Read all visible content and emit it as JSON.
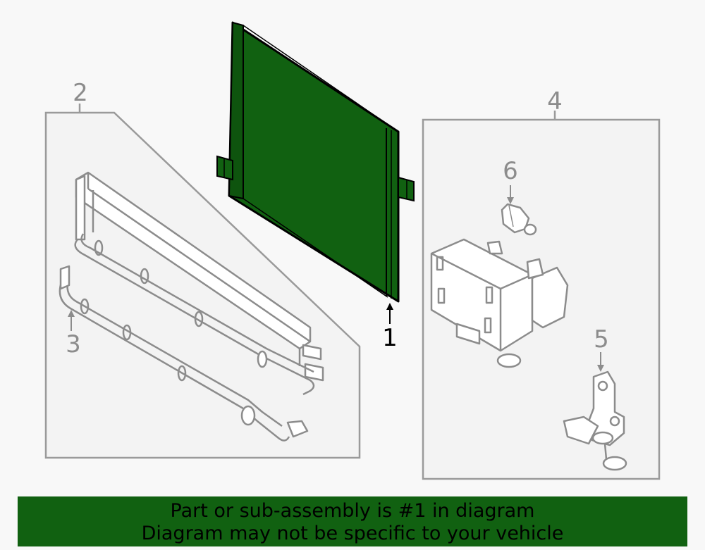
{
  "callouts": {
    "part1": "1",
    "part2": "2",
    "part3": "3",
    "part4": "4",
    "part5": "5",
    "part6": "6"
  },
  "banner": {
    "line1": "Part or sub-assembly is #1 in diagram",
    "line2": "Diagram may not be specific to your vehicle"
  },
  "colors": {
    "highlight": "#116111",
    "outline": "#8c8c8c",
    "background": "#f8f8f8"
  }
}
